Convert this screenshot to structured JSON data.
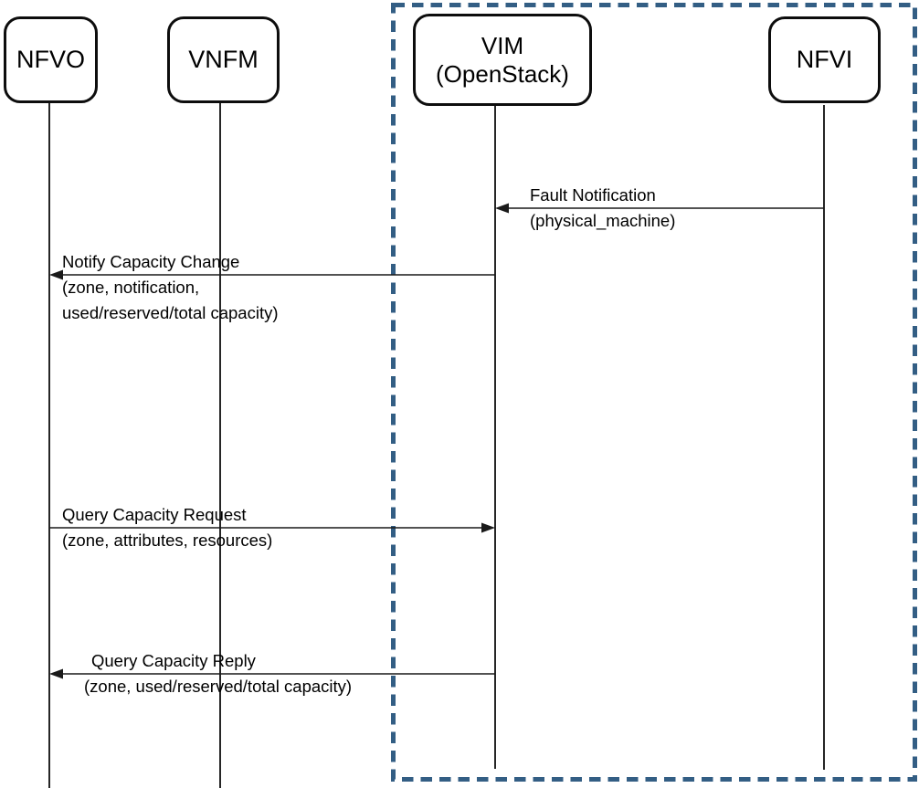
{
  "colors": {
    "boundary": "#335E84",
    "line": "#1a1a1a"
  },
  "actors": [
    {
      "id": "nfvo",
      "label": "NFVO"
    },
    {
      "id": "vnfm",
      "label": "VNFM"
    },
    {
      "id": "vim",
      "label_line1": "VIM",
      "label_line2": "(OpenStack)"
    },
    {
      "id": "nfvi",
      "label": "NFVI"
    }
  ],
  "boundary": {
    "contains": [
      "VIM (OpenStack)",
      "NFVI"
    ]
  },
  "messages": [
    {
      "id": "fault-notification",
      "from": "NFVI",
      "to": "VIM (OpenStack)",
      "title": "Fault Notification",
      "params": "(physical_machine)"
    },
    {
      "id": "notify-capacity-change",
      "from": "VIM (OpenStack)",
      "to": "NFVO",
      "title": "Notify Capacity Change",
      "params": "(zone, notification,",
      "params2": "used/reserved/total capacity)"
    },
    {
      "id": "query-capacity-request",
      "from": "NFVO",
      "to": "VIM (OpenStack)",
      "title": "Query Capacity Request",
      "params": "(zone, attributes, resources)"
    },
    {
      "id": "query-capacity-reply",
      "from": "VIM (OpenStack)",
      "to": "NFVO",
      "title": "Query Capacity Reply",
      "params": "(zone, used/reserved/total capacity)"
    }
  ]
}
